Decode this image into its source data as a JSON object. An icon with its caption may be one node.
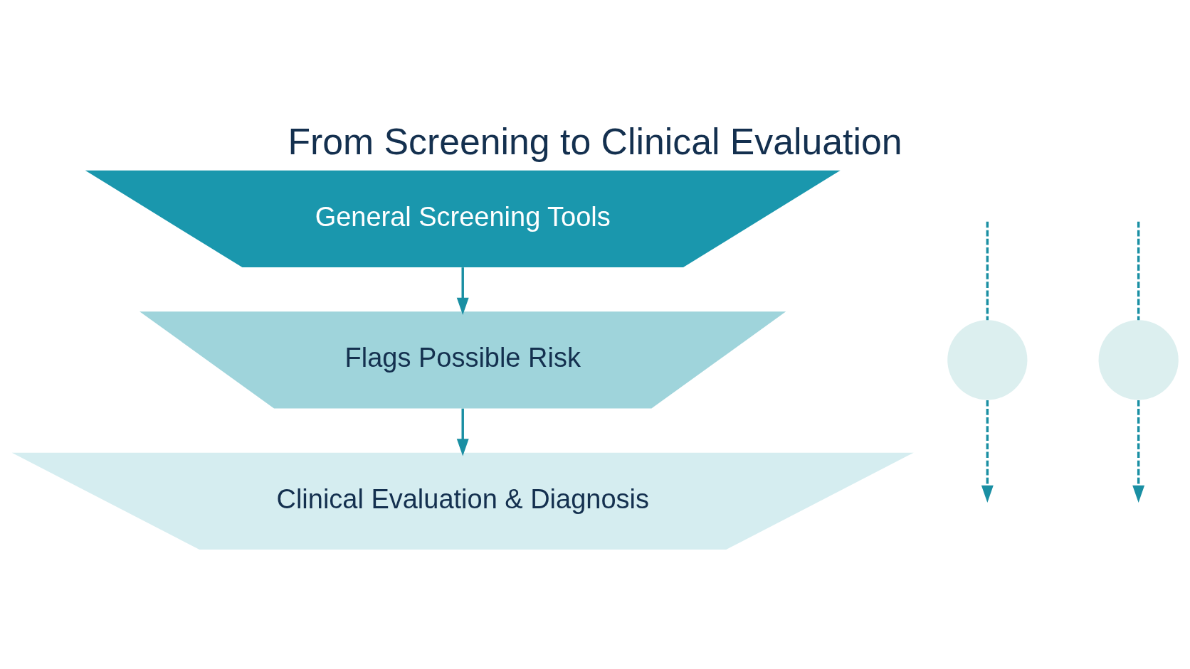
{
  "diagram": {
    "title": "From Screening to Clinical Evaluation",
    "nodes": [
      {
        "text": [
          "General Screening Tools"
        ]
      },
      {
        "text": [
          "Flags Possible Risk"
        ]
      },
      {
        "text": [
          "Clinical Evaluation & Diagnosis"
        ]
      },
      {
        "text": [],
        "shape": "circle"
      },
      {
        "text": [],
        "shape": "circle"
      }
    ],
    "edges": [
      {
        "from": 0,
        "to": 1,
        "arrow": "to"
      },
      {
        "from": 1,
        "to": 2,
        "arrow": "to"
      },
      {
        "from": null,
        "to": 3,
        "arrow": "none",
        "style": "dashed"
      },
      {
        "from": 3,
        "to": null,
        "arrow": "to",
        "style": "dashed"
      },
      {
        "from": null,
        "to": 4,
        "arrow": "none",
        "style": "dashed"
      },
      {
        "from": 4,
        "to": null,
        "arrow": "to",
        "style": "dashed"
      }
    ]
  }
}
